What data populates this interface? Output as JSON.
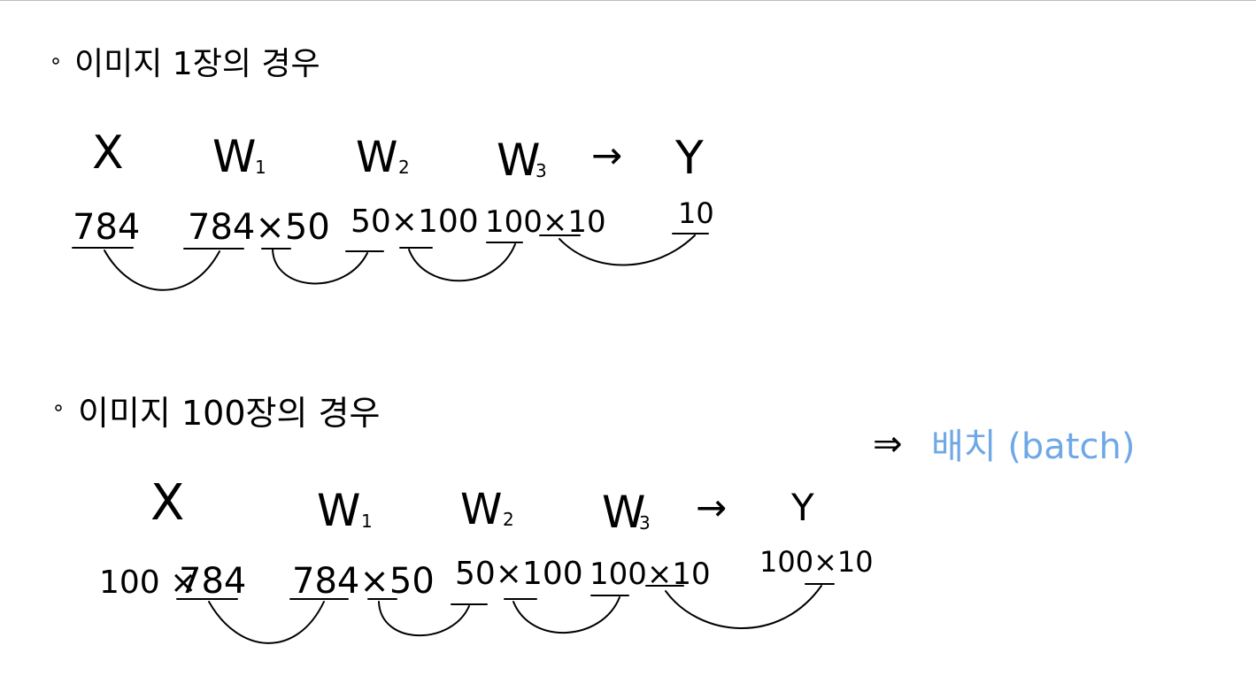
{
  "sections": [
    {
      "heading": "이미지 1장의 경우",
      "labels": {
        "x": "X",
        "w1": "W",
        "w2": "W",
        "w3": "W",
        "y": "Y"
      },
      "subscripts": {
        "w1": "1",
        "w2": "2",
        "w3": "3"
      },
      "arrow": "→",
      "shapes": {
        "x": "784",
        "w1": "784×50",
        "w2": "50×100",
        "w3": "100×10",
        "y": "10"
      }
    },
    {
      "heading": "이미지 100장의 경우",
      "labels": {
        "x": "X",
        "w1": "W",
        "w2": "W",
        "w3": "W",
        "y": "Y"
      },
      "subscripts": {
        "w1": "1",
        "w2": "2",
        "w3": "3"
      },
      "arrow": "→",
      "shapes": {
        "x_prefix": "100 × ",
        "x": "784",
        "w1": "784×50",
        "w2": "50×100",
        "w3": "100×10",
        "y": "100×10"
      }
    }
  ],
  "batch_note": {
    "arrow": "⇒",
    "text": "배치 (batch)",
    "color": "#6fa8e6"
  },
  "colors": {
    "ink": "#000000",
    "accent": "#6fa8e6"
  }
}
